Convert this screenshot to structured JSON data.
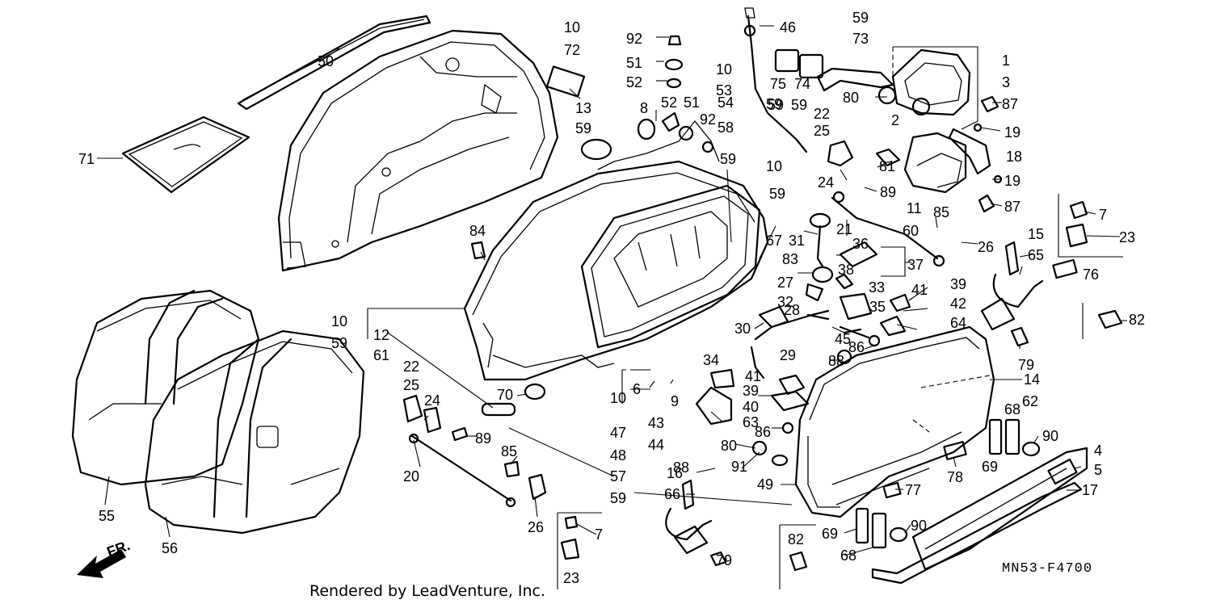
{
  "diagram": {
    "diagram_code": "MN53-F4700",
    "credit": "Rendered by LeadVenture, Inc.",
    "direction_label": "FR.",
    "callouts": [
      "50",
      "71",
      "10",
      "72",
      "13",
      "59",
      "92",
      "51",
      "52",
      "8",
      "52",
      "51",
      "92",
      "54",
      "58",
      "10",
      "53",
      "59",
      "46",
      "59",
      "73",
      "75",
      "74",
      "59",
      "59",
      "22",
      "25",
      "80",
      "2",
      "1",
      "3",
      "87",
      "19",
      "18",
      "19",
      "10",
      "59",
      "81",
      "89",
      "24",
      "11",
      "60",
      "87",
      "85",
      "84",
      "21",
      "59",
      "67",
      "31",
      "36",
      "38",
      "37",
      "83",
      "27",
      "32",
      "33",
      "35",
      "41",
      "39",
      "42",
      "64",
      "26",
      "15",
      "65",
      "7",
      "23",
      "76",
      "82",
      "10",
      "59",
      "12",
      "61",
      "28",
      "30",
      "45",
      "29",
      "86",
      "88",
      "79",
      "34",
      "41",
      "39",
      "40",
      "63",
      "6",
      "9",
      "10",
      "47",
      "48",
      "57",
      "59",
      "14",
      "62",
      "70",
      "22",
      "25",
      "24",
      "89",
      "20",
      "85",
      "26",
      "7",
      "23",
      "55",
      "56",
      "43",
      "44",
      "80",
      "91",
      "86",
      "16",
      "66",
      "88",
      "79",
      "49",
      "77",
      "78",
      "69",
      "68",
      "90",
      "4",
      "5",
      "17",
      "69",
      "68",
      "90",
      "82"
    ]
  }
}
